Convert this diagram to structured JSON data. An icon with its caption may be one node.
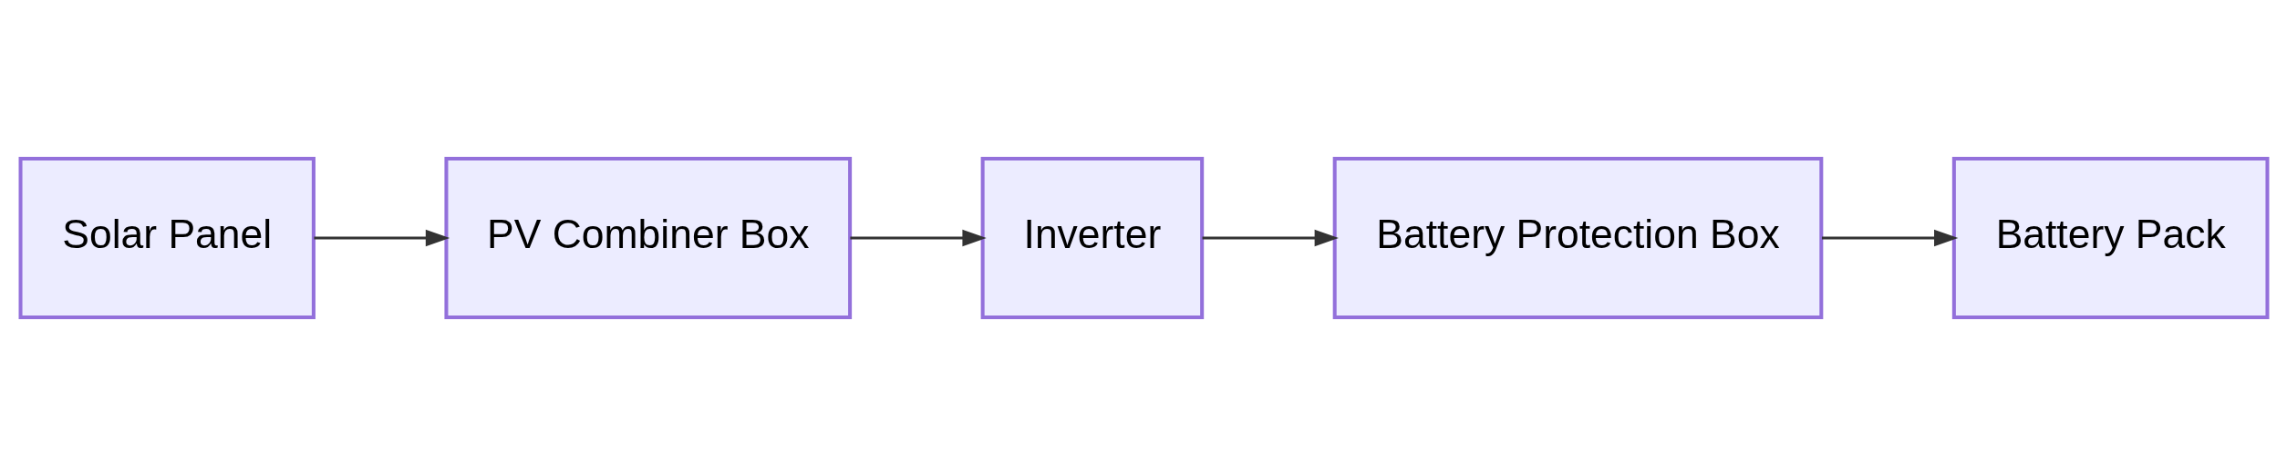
{
  "diagram": {
    "nodes": [
      {
        "text": [
          "Solar Panel"
        ]
      },
      {
        "text": [
          "PV Combiner Box"
        ]
      },
      {
        "text": [
          "Inverter"
        ]
      },
      {
        "text": [
          "Battery Protection Box"
        ]
      },
      {
        "text": [
          "Battery Pack"
        ]
      }
    ],
    "edges": [
      {
        "from": 0,
        "to": 1,
        "arrow": "to"
      },
      {
        "from": 1,
        "to": 2,
        "arrow": "to"
      },
      {
        "from": 2,
        "to": 3,
        "arrow": "to"
      },
      {
        "from": 3,
        "to": 4,
        "arrow": "to"
      }
    ]
  }
}
